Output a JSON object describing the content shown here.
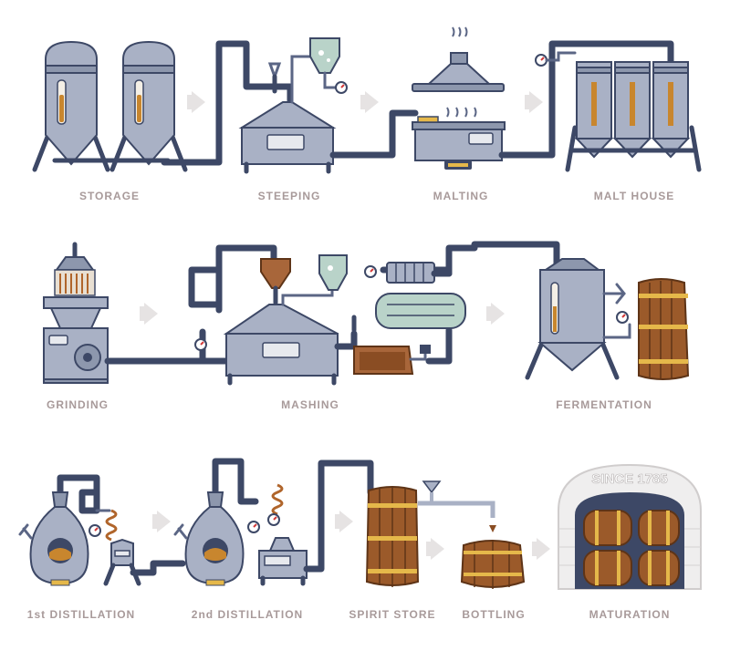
{
  "steps": [
    {
      "id": "storage",
      "label": "STORAGE"
    },
    {
      "id": "steeping",
      "label": "STEEPING"
    },
    {
      "id": "malting",
      "label": "MALTING"
    },
    {
      "id": "malt_house",
      "label": "MALT HOUSE"
    },
    {
      "id": "grinding",
      "label": "GRINDING"
    },
    {
      "id": "mashing",
      "label": "MASHING"
    },
    {
      "id": "fermentation",
      "label": "FERMENTATION"
    },
    {
      "id": "first_distillation",
      "label": "1st DISTILLATION"
    },
    {
      "id": "second_distillation",
      "label": "2nd DISTILLATION"
    },
    {
      "id": "spirit_store",
      "label": "SPIRIT STORE"
    },
    {
      "id": "bottling",
      "label": "BOTTLING"
    },
    {
      "id": "maturation",
      "label": "MATURATION"
    }
  ],
  "maturation_sign": "SINCE 1785",
  "colors": {
    "pipe": "#3d4866",
    "steel": "#a9b1c5",
    "wood": "#9b5a2a",
    "hoop": "#e5b84a",
    "copper": "#a8663a",
    "glass": "#b9d3c9",
    "label": "#a89a9a",
    "arrow": "#e6e3e3"
  }
}
